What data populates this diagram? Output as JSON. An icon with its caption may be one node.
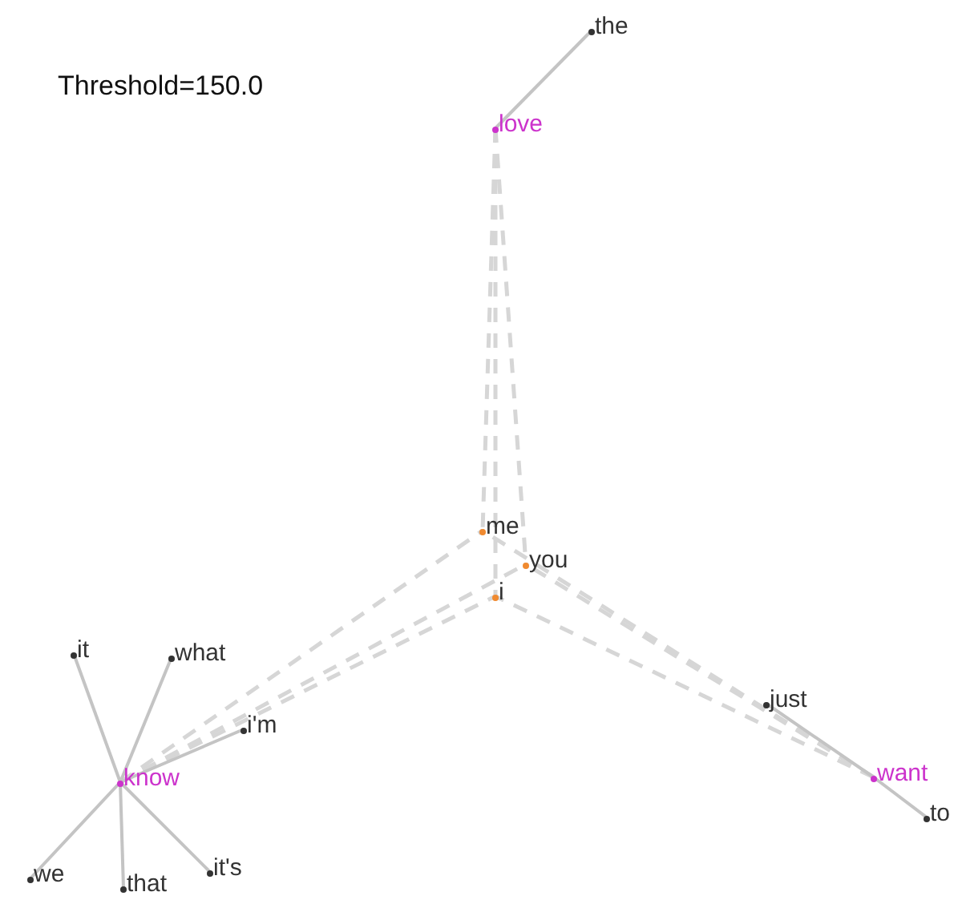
{
  "diagram": {
    "nodes": [
      {
        "text": [
          "the"
        ]
      },
      {
        "text": [
          "love"
        ]
      },
      {
        "text": [
          "me"
        ]
      },
      {
        "text": [
          "you"
        ]
      },
      {
        "text": [
          "i"
        ]
      },
      {
        "text": [
          "it"
        ]
      },
      {
        "text": [
          "what"
        ]
      },
      {
        "text": [
          "i'm"
        ]
      },
      {
        "text": [
          "know"
        ]
      },
      {
        "text": [
          "we"
        ]
      },
      {
        "text": [
          "that"
        ]
      },
      {
        "text": [
          "it's"
        ]
      },
      {
        "text": [
          "just"
        ]
      },
      {
        "text": [
          "want"
        ]
      },
      {
        "text": [
          "to"
        ]
      }
    ],
    "edges": [
      {
        "from": 1,
        "to": 0,
        "arrow": "none"
      },
      {
        "from": 1,
        "to": 2,
        "arrow": "none",
        "style": "dashed"
      },
      {
        "from": 1,
        "to": 4,
        "arrow": "none",
        "style": "dashed"
      },
      {
        "from": 1,
        "to": 3,
        "arrow": "none",
        "style": "dashed"
      },
      {
        "from": 8,
        "to": 2,
        "arrow": "none",
        "style": "dashed"
      },
      {
        "from": 8,
        "to": 4,
        "arrow": "none",
        "style": "dashed"
      },
      {
        "from": 8,
        "to": 3,
        "arrow": "none",
        "style": "dashed"
      },
      {
        "from": 13,
        "to": 2,
        "arrow": "none",
        "style": "dashed"
      },
      {
        "from": 13,
        "to": 4,
        "arrow": "none",
        "style": "dashed"
      },
      {
        "from": 13,
        "to": 3,
        "arrow": "none",
        "style": "dashed"
      },
      {
        "from": 8,
        "to": 5,
        "arrow": "none"
      },
      {
        "from": 8,
        "to": 6,
        "arrow": "none"
      },
      {
        "from": 8,
        "to": 7,
        "arrow": "none"
      },
      {
        "from": 8,
        "to": 9,
        "arrow": "none"
      },
      {
        "from": 8,
        "to": 10,
        "arrow": "none"
      },
      {
        "from": 8,
        "to": 11,
        "arrow": "none"
      },
      {
        "from": 13,
        "to": 12,
        "arrow": "none"
      },
      {
        "from": 13,
        "to": 14,
        "arrow": "none"
      }
    ],
    "labels": [
      "Threshold=150.0"
    ]
  }
}
